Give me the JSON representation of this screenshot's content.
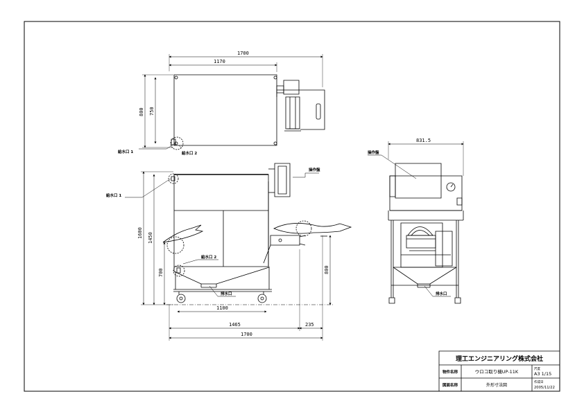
{
  "top_view": {
    "dim_overall": "1700",
    "dim_body": "1170",
    "dim_depth": "800",
    "dim_inner_depth": "750",
    "label_supply_1": "給水口 1",
    "label_supply_2": "給水口 2"
  },
  "side_view": {
    "label_supply_1": "給水口 1",
    "label_supply_2": "給水口 2",
    "label_control_panel": "操作盤",
    "label_drain": "排水口",
    "dim_height_total": "1600",
    "dim_height_body": "1450",
    "dim_height_lower": "700",
    "dim_height_outlet": "800",
    "dim_base": "1100",
    "dim_1465": "1465",
    "dim_235": "235",
    "dim_1700": "1700"
  },
  "front_view": {
    "dim_width": "831.5",
    "label_control_panel": "操作盤",
    "label_drain": "排水口"
  },
  "title_block": {
    "company": "理工エンジニアリング株式会社",
    "item_name_label": "物件名称",
    "item_name": "ウロコ取り機UP-11K",
    "scale_label": "尺度",
    "scale": "A3  1/15",
    "drawing_name_label": "図面名称",
    "drawing_name": "外形寸法図",
    "date_label": "作成日",
    "date": "2005/11/22"
  }
}
